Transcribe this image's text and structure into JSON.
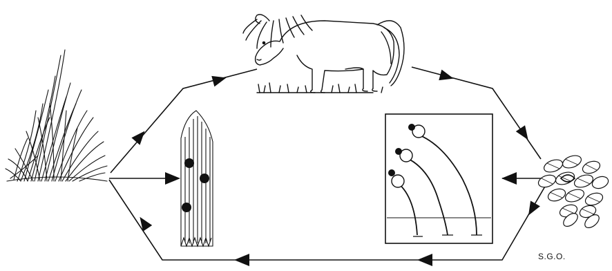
{
  "figure": {
    "signature": "S.G.O.",
    "stages": [
      {
        "id": "grass",
        "icon": "grass-tuft-icon"
      },
      {
        "id": "horse",
        "icon": "pony-icon"
      },
      {
        "id": "spore-mass",
        "icon": "spore-cluster-icon"
      },
      {
        "id": "fruiting-bodies",
        "icon": "stalked-fungus-icon"
      },
      {
        "id": "grass-blade",
        "icon": "grass-blade-icon"
      }
    ],
    "ink_color": "#111111"
  }
}
